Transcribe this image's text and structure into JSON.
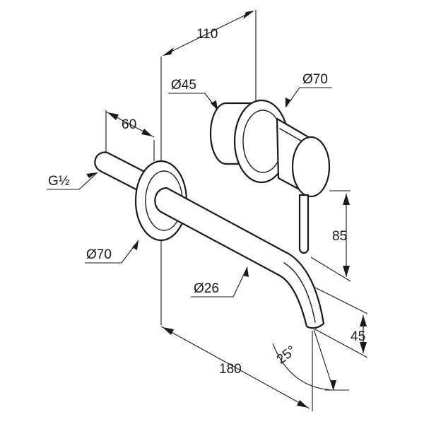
{
  "drawing": {
    "labels": {
      "width_110": "110",
      "dia_45": "Ø45",
      "dia_70_valve": "Ø70",
      "depth_60": "60",
      "thread": "G½",
      "dia_70_spout": "Ø70",
      "height_85": "85",
      "dia_26": "Ø26",
      "height_45": "45",
      "angle_25": "25°",
      "length_180": "180"
    }
  }
}
